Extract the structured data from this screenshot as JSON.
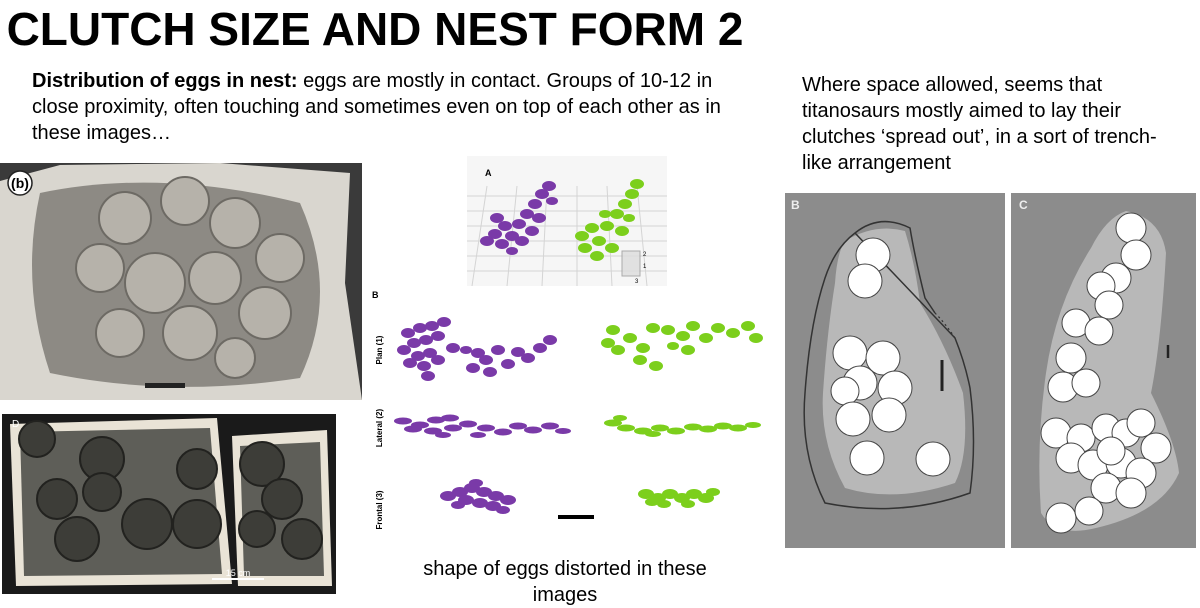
{
  "slide": {
    "title": "CLUTCH SIZE AND NEST FORM 2",
    "intro_lead": "Distribution of eggs in nest:",
    "intro_body": " eggs are mostly in contact. Groups of 10-12 in close proximity, often touching and sometimes even on top of each other as in these images…",
    "right_text": "Where space allowed, seems that titanosaurs mostly aimed to lay their clutches ‘spread out’, in a sort of trench-like arrangement",
    "caption": "shape of eggs distorted in these images"
  },
  "figures": {
    "photo_b": {
      "label": "(b)"
    },
    "photo_d": {
      "label": "D",
      "scale": "15 cm"
    },
    "model_a": {
      "label": "A",
      "axis_labels": [
        "2",
        "1",
        "3"
      ]
    },
    "views_b": {
      "label": "B",
      "rows": [
        "Plan (1)",
        "Lateral (2)",
        "Frontal (3)"
      ]
    },
    "nest_b": {
      "label": "B"
    },
    "nest_c": {
      "label": "C"
    }
  },
  "colors": {
    "purple": "#7a3aa8",
    "green": "#7ccf1c",
    "nest_bg": "#8c8c8c",
    "nest_fill": "#b8b8b8"
  }
}
